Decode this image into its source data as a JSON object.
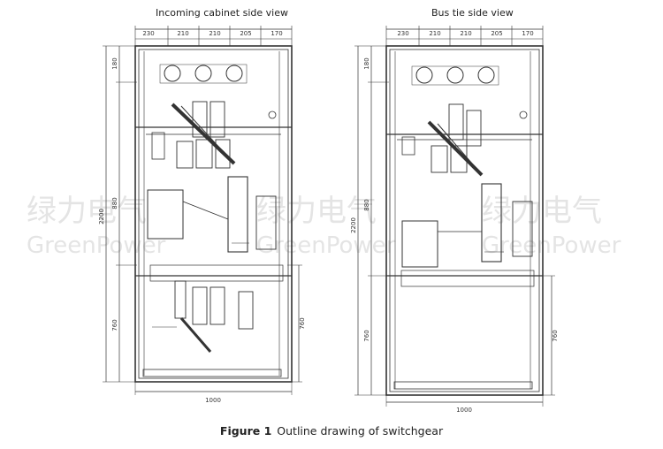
{
  "views": {
    "left": {
      "title": "Incoming cabinet side view"
    },
    "right": {
      "title": "Bus tie side view"
    }
  },
  "dimensions": {
    "top": [
      "230",
      "210",
      "210",
      "205",
      "170"
    ],
    "left": {
      "total": "2200",
      "upper": "180",
      "middle": "880",
      "lower": "760"
    },
    "right": "760",
    "bottom": "1000"
  },
  "watermark": {
    "cn": "绿力电气",
    "en": "GreenPower"
  },
  "caption": {
    "figure": "Figure 1",
    "text": "Outline drawing of switchgear"
  }
}
